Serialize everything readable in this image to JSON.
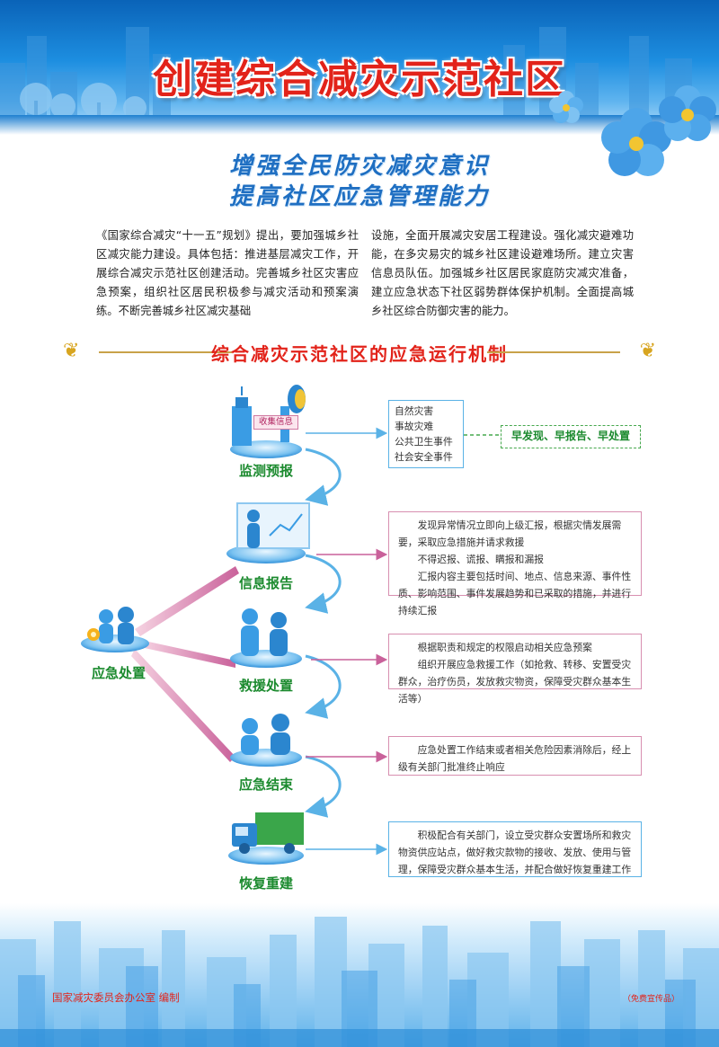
{
  "header": {
    "title": "创建综合减灾示范社区"
  },
  "subtitles": {
    "line1": "增强全民防灾减灾意识",
    "line2": "提高社区应急管理能力"
  },
  "intro": {
    "left": "《国家综合减灾“十一五”规划》提出，要加强城乡社区减灾能力建设。具体包括：推进基层减灾工作，开展综合减灾示范社区创建活动。完善城乡社区灾害应急预案，组织社区居民积极参与减灾活动和预案演练。不断完善城乡社区减灾基础",
    "right": "设施，全面开展减灾安居工程建设。强化减灾避难功能，在多灾易灾的城乡社区建设避难场所。建立灾害信息员队伍。加强城乡社区居民家庭防灾减灾准备，建立应急状态下社区弱势群体保护机制。全面提高城乡社区综合防御灾害的能力。"
  },
  "section": {
    "title": "综合减灾示范社区的应急运行机制"
  },
  "flow": {
    "side_label": "应急处置",
    "collect_tag": "收集信息",
    "outcome": "早发现、早报告、早处置",
    "steps": [
      {
        "label": "监测预报",
        "lines": [
          "自然灾害",
          "事故灾难",
          "公共卫生事件",
          "社会安全事件"
        ]
      },
      {
        "label": "信息报告",
        "lines": [
          "发现异常情况立即向上级汇报，根据灾情发展需要，采取应急措施并请求救援",
          "不得迟报、谎报、瞒报和漏报",
          "汇报内容主要包括时间、地点、信息来源、事件性质、影响范围、事件发展趋势和已采取的措施，并进行持续汇报"
        ]
      },
      {
        "label": "救援处置",
        "lines": [
          "根据职责和规定的权限启动相关应急预案",
          "组织开展应急救援工作（如抢救、转移、安置受灾群众，治疗伤员，发放救灾物资，保障受灾群众基本生活等）"
        ]
      },
      {
        "label": "应急结束",
        "lines": [
          "应急处置工作结束或者相关危险因素消除后，经上级有关部门批准终止响应"
        ]
      },
      {
        "label": "恢复重建",
        "lines": [
          "积极配合有关部门，设立受灾群众安置场所和救灾物资供应站点，做好救灾款物的接收、发放、使用与管理，保障受灾群众基本生活，并配合做好恢复重建工作"
        ]
      }
    ]
  },
  "footer": {
    "publisher": "国家减灾委员会办公室  编制",
    "note": "（免费宣传品）"
  },
  "colors": {
    "title_red": "#e2231a",
    "subtitle_blue": "#1f6fc2",
    "step_green": "#1b8a2e",
    "box_blue": "#5ab2e6",
    "box_pink": "#d88fb0"
  }
}
